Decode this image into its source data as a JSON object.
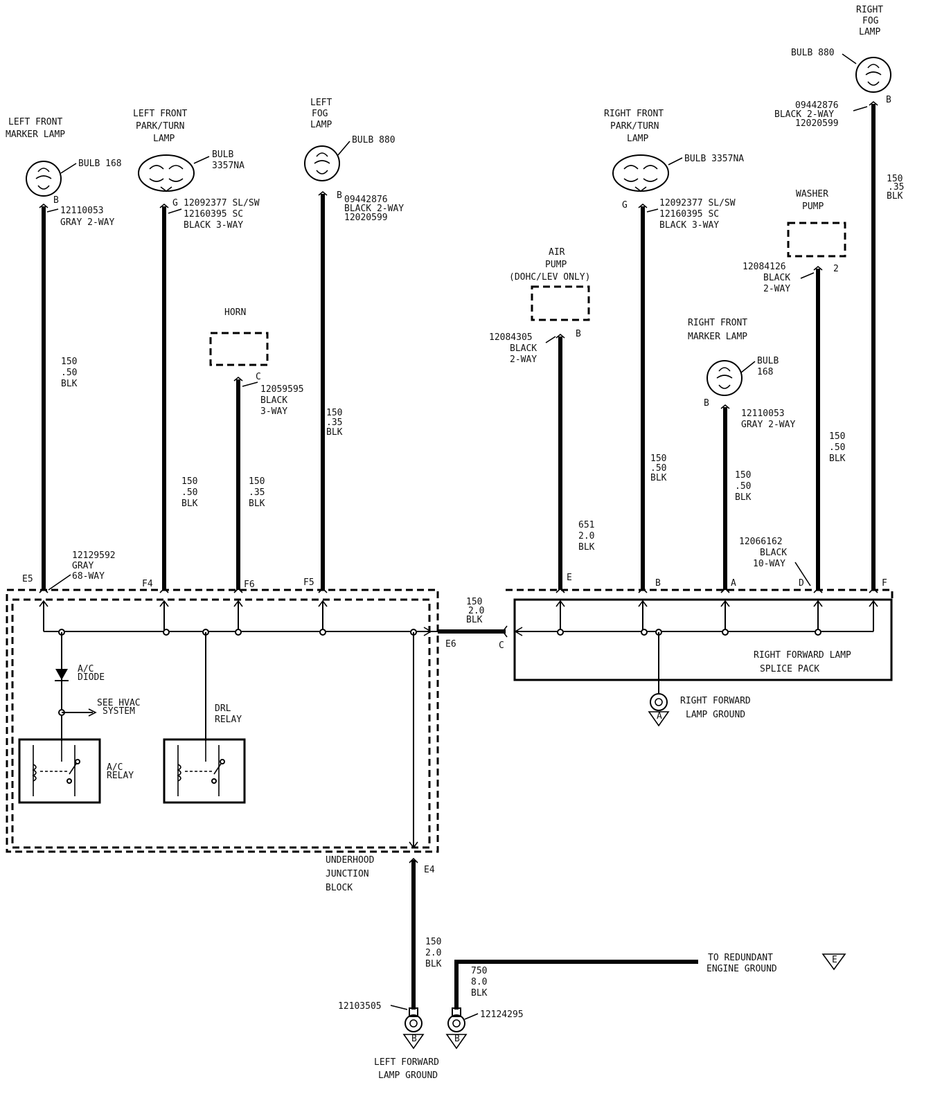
{
  "lf_marker": {
    "title1": "LEFT FRONT",
    "title2": "MARKER LAMP",
    "bulb": "BULB 168",
    "pin": "B",
    "conn1": "12110053",
    "conn2": "GRAY 2-WAY",
    "wire1": "150",
    "wire2": ".50",
    "wire3": "BLK",
    "cavity": "E5"
  },
  "lf_park": {
    "title1": "LEFT FRONT",
    "title2": "PARK/TURN",
    "title3": "LAMP",
    "bulb1": "BULB",
    "bulb2": "3357NA",
    "pin": "G",
    "conn1": "12092377 SL/SW",
    "conn2": "12160395 SC",
    "conn3": "BLACK 3-WAY",
    "wire1": "150",
    "wire2": ".50",
    "wire3": "BLK",
    "cavity": "F4"
  },
  "horn": {
    "title": "HORN",
    "pin": "C",
    "conn1": "12059595",
    "conn2": "BLACK",
    "conn3": "3-WAY",
    "wire1": "150",
    "wire2": ".35",
    "wire3": "BLK",
    "cavity": "F6"
  },
  "lf_fog": {
    "title1": "LEFT",
    "title2": "FOG",
    "title3": "LAMP",
    "bulb": "BULB 880",
    "pin": "B",
    "conn1": "09442876",
    "conn2": "BLACK 2-WAY",
    "conn3": "12020599",
    "wire1": "150",
    "wire2": ".35",
    "wire3": "BLK",
    "cavity": "F5"
  },
  "junction": {
    "conn1": "12129592",
    "conn2": "GRAY",
    "conn3": "68-WAY",
    "title1": "UNDERHOOD",
    "title2": "JUNCTION",
    "title3": "BLOCK",
    "ac_diode1": "A/C",
    "ac_diode2": "DIODE",
    "hvac1": "SEE HVAC",
    "hvac2": "SYSTEM",
    "ac_relay1": "A/C",
    "ac_relay2": "RELAY",
    "drl_relay1": "DRL",
    "drl_relay2": "RELAY",
    "out_cavity": "E6",
    "ground_cavity": "E4"
  },
  "link": {
    "wire1": "150",
    "wire2": "2.0",
    "wire3": "BLK",
    "in_pin": "C"
  },
  "air_pump": {
    "title1": "AIR",
    "title2": "PUMP",
    "title3": "(DOHC/LEV ONLY)",
    "pin": "B",
    "conn1": "12084305",
    "conn2": "BLACK",
    "conn3": "2-WAY",
    "wire1": "651",
    "wire2": "2.0",
    "wire3": "BLK",
    "cavity": "E"
  },
  "rf_park": {
    "title1": "RIGHT FRONT",
    "title2": "PARK/TURN",
    "title3": "LAMP",
    "bulb": "BULB 3357NA",
    "pin": "G",
    "conn1": "12092377 SL/SW",
    "conn2": "12160395 SC",
    "conn3": "BLACK 3-WAY",
    "wire1": "150",
    "wire2": ".50",
    "wire3": "BLK",
    "cavity": "B"
  },
  "rf_marker": {
    "title1": "RIGHT FRONT",
    "title2": "MARKER LAMP",
    "bulb1": "BULB",
    "bulb2": "168",
    "pin": "B",
    "conn1": "12110053",
    "conn2": "GRAY 2-WAY",
    "wire1": "150",
    "wire2": ".50",
    "wire3": "BLK",
    "cavity": "A"
  },
  "washer": {
    "title1": "WASHER",
    "title2": "PUMP",
    "pin": "2",
    "conn1": "12084126",
    "conn2": "BLACK",
    "conn3": "2-WAY",
    "wire1": "150",
    "wire2": ".50",
    "wire3": "BLK",
    "cavity": "D",
    "splice_conn1": "12066162",
    "splice_conn2": "BLACK",
    "splice_conn3": "10-WAY"
  },
  "rf_fog": {
    "title1": "RIGHT",
    "title2": "FOG",
    "title3": "LAMP",
    "bulb": "BULB 880",
    "pin": "B",
    "conn1": "09442876",
    "conn2": "BLACK 2-WAY",
    "conn3": "12020599",
    "wire1": "150",
    "wire2": ".35",
    "wire3": "BLK",
    "cavity": "F"
  },
  "splice_pack": {
    "title1": "RIGHT FORWARD LAMP",
    "title2": "SPLICE PACK",
    "ground1": "RIGHT FORWARD",
    "ground2": "LAMP GROUND",
    "ground_tag": "A"
  },
  "ground": {
    "wire1": "150",
    "wire2": "2.0",
    "wire3": "BLK",
    "lf_conn": "12103505",
    "lf_label1": "LEFT FORWARD",
    "lf_label2": "LAMP GROUND",
    "lf_tag": "B",
    "eng_wire1": "750",
    "eng_wire2": "8.0",
    "eng_wire3": "BLK",
    "eng_conn": "12124295",
    "eng_tag": "B",
    "redundant1": "TO REDUNDANT",
    "redundant2": "ENGINE GROUND",
    "redundant_tag": "E"
  }
}
